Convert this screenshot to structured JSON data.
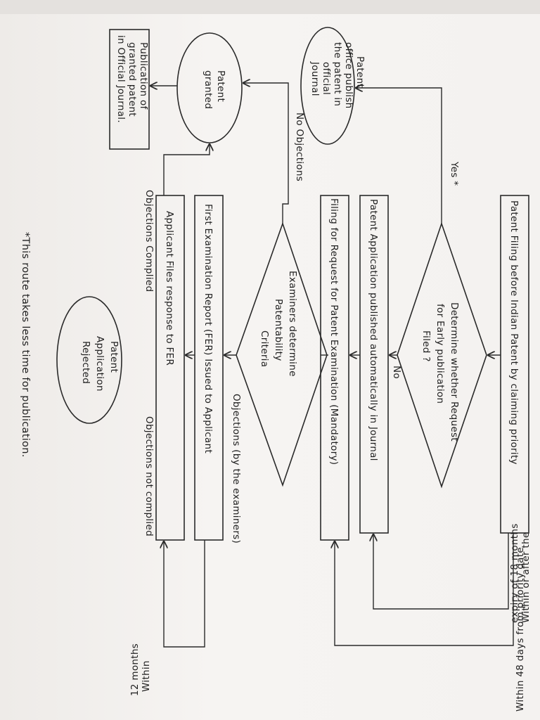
{
  "nodes": {
    "patent_filing": "Patent Filing before Indian Patent by claiming priority",
    "decision_line1": "Determine whether Request",
    "decision_line2": "for Early publication",
    "decision_line3": "Filed ?",
    "published_automatically": "Patent Application published automatically in Journal",
    "request_examination": "Filing for Request for Patent Examination (Mandatory)",
    "patentability_line1": "Examiners determine",
    "patentability_line2": "Patentability",
    "patentability_line3": "Criteria",
    "fer_issued": "First Examination Report (FER) Issued to Applicant",
    "applicant_response": "Applicant  Files  response  to  FER",
    "office_line1": "Patent",
    "office_line2": "office publish",
    "office_line3": "the patent in",
    "office_line4": "official",
    "office_line5": "Journal",
    "granted_line1": "Patent",
    "granted_line2": "granted",
    "publication_line1": "Publication of",
    "publication_line2": "granted patent",
    "publication_line3": "in Official Journal.",
    "rejected_line1": "Patent",
    "rejected_line2": "Application",
    "rejected_line3": "Rejected"
  },
  "edges": {
    "yes": "Yes *",
    "no": "No",
    "no_objections": "No Objections",
    "objections": "Objections (by the examiners)",
    "objections_complied": "Objections Complied",
    "objections_not_complied": "Objections not complied"
  },
  "brackets": {
    "within_48_days": "Within 48 days from priority date",
    "within_or_after_line1": "Within or after the",
    "within_or_after_line2": "expiry of 18 months",
    "within_12_line1": "Within",
    "within_12_line2": "12 months"
  },
  "footnote": "*This route takes less time for publication."
}
